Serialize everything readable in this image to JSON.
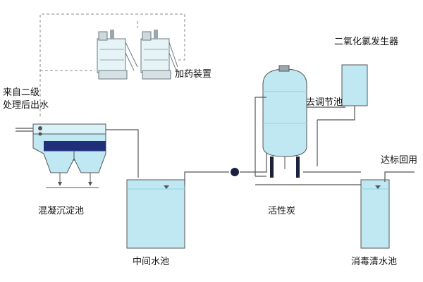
{
  "labels": {
    "source_line1": "来自二级",
    "source_line2": "处理后出水",
    "dosing": "加药装置",
    "coag_tank": "混凝沉淀池",
    "mid_tank": "中间水池",
    "carbon": "活性炭",
    "to_regulating": "去调节池",
    "clo2": "二氧化氯发生器",
    "reuse": "达标回用",
    "disinfection": "消毒清水池"
  },
  "colors": {
    "water": "#bfe8f2",
    "water_dark": "#8fd3e4",
    "line": "#555555",
    "dashed": "#888888",
    "media": "#1f2f7a",
    "tank_top": "#d9f2f8"
  }
}
